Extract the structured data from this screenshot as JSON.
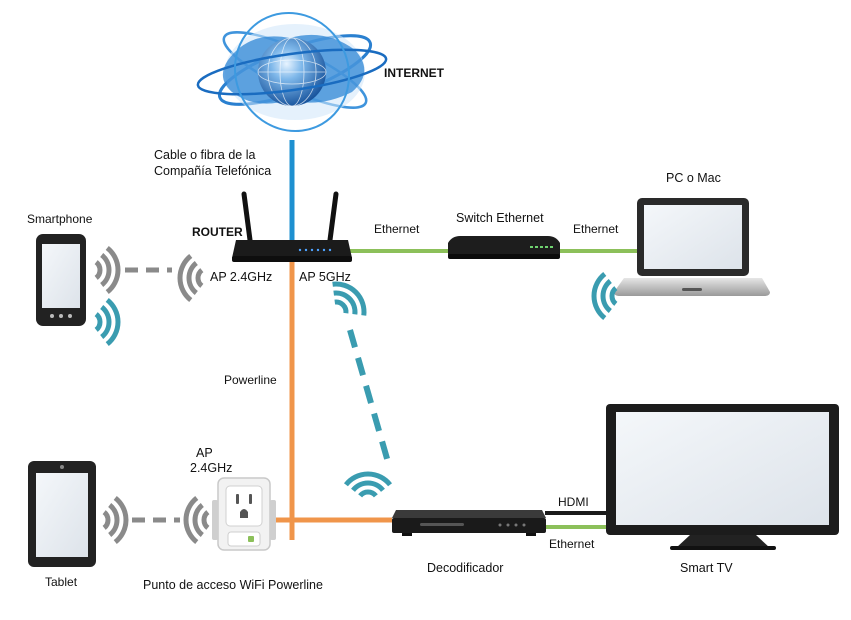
{
  "labels": {
    "internet": "INTERNET",
    "cable_line1": "Cable o fibra de la",
    "cable_line2": "Compañía Telefónica",
    "router": "ROUTER",
    "smartphone": "Smartphone",
    "ap24": "AP 2.4GHz",
    "ap5": "AP 5GHz",
    "ethernet_router_switch": "Ethernet",
    "switch": "Switch Ethernet",
    "ethernet_switch_pc": "Ethernet",
    "pc": "PC o Mac",
    "powerline": "Powerline",
    "ap_line1": "AP",
    "ap_line2": "2.4GHz",
    "tablet": "Tablet",
    "powerline_ap": "Punto de acceso WiFi Powerline",
    "decoder": "Decodificador",
    "hdmi": "HDMI",
    "ethernet_decoder_tv": "Ethernet",
    "smart_tv": "Smart TV"
  },
  "colors": {
    "internet_cable": "#1e90d0",
    "powerline_cable": "#f0954a",
    "ethernet_cable": "#8cc05a",
    "hdmi_cable": "#1a1a1a",
    "wifi_grey": "#8a8a8a",
    "wifi_teal": "#3a9cb0",
    "globe_blue": "#1b6fc2"
  }
}
